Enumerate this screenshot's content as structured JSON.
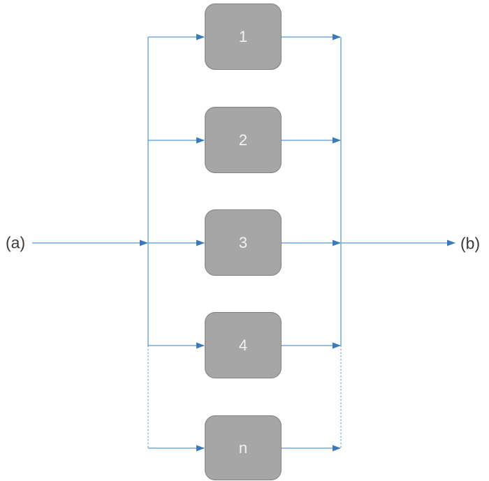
{
  "diagram": {
    "input_label": "(a)",
    "output_label": "(b)",
    "nodes": [
      {
        "id": "1",
        "label": "1"
      },
      {
        "id": "2",
        "label": "2"
      },
      {
        "id": "3",
        "label": "3"
      },
      {
        "id": "4",
        "label": "4"
      },
      {
        "id": "n",
        "label": "n"
      }
    ],
    "colors": {
      "connector_blue": "#74a7db",
      "arrowhead_blue": "#3c79bc",
      "node_fill": "#a6a6a6",
      "node_border": "#808080",
      "node_text": "#f2f2f2",
      "terminal_text": "#3b3b3b",
      "background": "#ffffff"
    }
  }
}
